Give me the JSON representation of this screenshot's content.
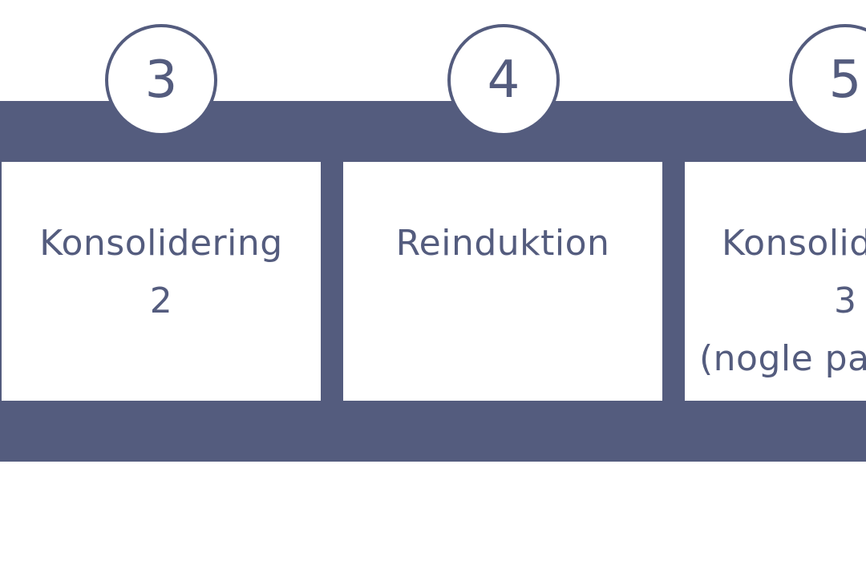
{
  "colors": {
    "band": "#545c7e",
    "box": "#ffffff",
    "text": "#545c7e"
  },
  "steps": [
    {
      "number": "3",
      "lines": [
        "Konsolidering",
        "2"
      ]
    },
    {
      "number": "4",
      "lines": [
        "Reinduktion"
      ]
    },
    {
      "number": "5",
      "lines": [
        "Konsolid",
        "3",
        "(nogle pat"
      ]
    }
  ]
}
